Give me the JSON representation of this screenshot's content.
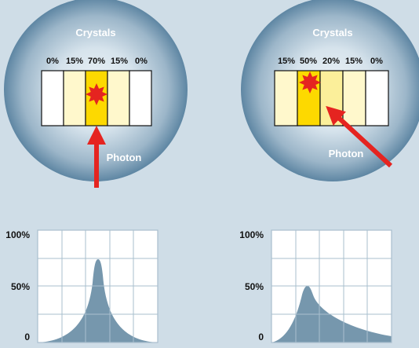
{
  "colors": {
    "background": "#cfdde7",
    "sphere_light": "#eef4f8",
    "sphere_dark": "#5e86a3",
    "crystal_0": "#ffffff",
    "crystal_15": "#fff8cc",
    "crystal_20": "#fbef9a",
    "crystal_50_70": "#fdd900",
    "arrow": "#e52420",
    "grid": "#a9bfce",
    "curve_fill": "#7697ad",
    "text_dark": "#111111",
    "text_light": "#ffffff"
  },
  "panels": [
    {
      "title": "Crystals",
      "photon_label": "Photon",
      "crystals": [
        {
          "label": "0%",
          "share": 0
        },
        {
          "label": "15%",
          "share": 15
        },
        {
          "label": "70%",
          "share": 70
        },
        {
          "label": "15%",
          "share": 15
        },
        {
          "label": "0%",
          "share": 0
        }
      ],
      "histogram": {
        "y_ticks": [
          "100%",
          "50%",
          "0"
        ],
        "peak_fraction": 0.77
      }
    },
    {
      "title": "Crystals",
      "photon_label": "Photon",
      "crystals": [
        {
          "label": "15%",
          "share": 15
        },
        {
          "label": "50%",
          "share": 50
        },
        {
          "label": "20%",
          "share": 20
        },
        {
          "label": "15%",
          "share": 15
        },
        {
          "label": "0%",
          "share": 0
        }
      ],
      "histogram": {
        "y_ticks": [
          "100%",
          "50%",
          "0"
        ],
        "peak_fraction": 0.5
      }
    }
  ]
}
